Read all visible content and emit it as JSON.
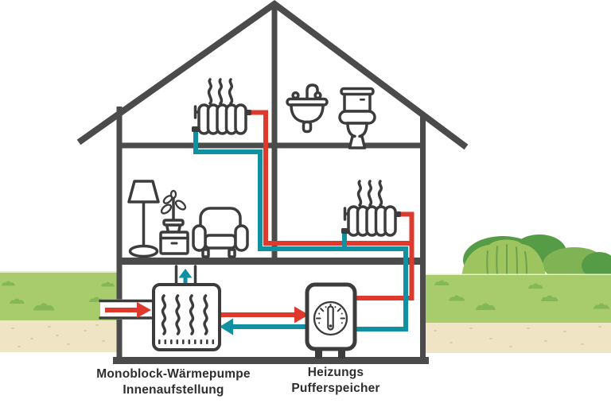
{
  "colors": {
    "background": "#ffffff",
    "wall": "#4b4b4b",
    "icon": "#3c3c3c",
    "pipe_hot": "#df392e",
    "pipe_cold": "#0f91a1",
    "grass": "#a8cc6c",
    "grass_edge": "#e4efcb",
    "grass_tuft": "#84b756",
    "bush_dark": "#569b45",
    "bush_mid": "#7fb354",
    "bush_light": "#9ec460",
    "bush_line": "#6fa04b",
    "soil": "#efe4c4",
    "soil_speckle": "#dccfa5",
    "label_text": "#2e2e2e"
  },
  "labels": {
    "heat_pump_line1": "Monoblock-Wärmepumpe",
    "heat_pump_line2": "Innenaufstellung",
    "buffer_line1": "Heizungs",
    "buffer_line2": "Pufferspeicher"
  }
}
